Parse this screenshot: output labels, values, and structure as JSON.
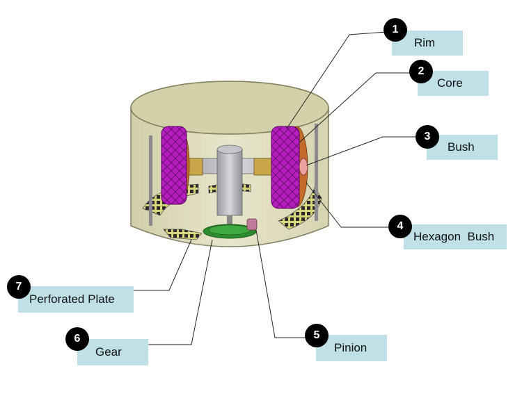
{
  "callouts": [
    {
      "num": "1",
      "label": "Rim"
    },
    {
      "num": "2",
      "label": "Core"
    },
    {
      "num": "3",
      "label": "Bush"
    },
    {
      "num": "4",
      "label": "Hexagon  Bush"
    },
    {
      "num": "5",
      "label": "Pinion"
    },
    {
      "num": "6",
      "label": "Gear"
    },
    {
      "num": "7",
      "label": "Perforated Plate"
    }
  ],
  "colors": {
    "callout_bg": "#bfe0e6",
    "rim": "#b11ab8",
    "housing": "#d8d6a8",
    "gear": "#2e8a2e"
  }
}
